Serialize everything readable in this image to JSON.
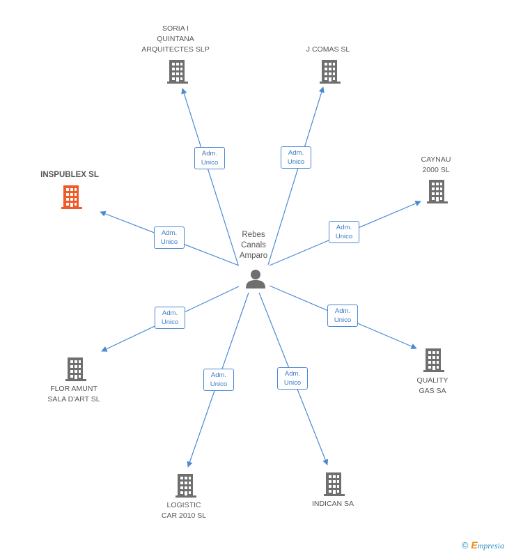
{
  "center": {
    "name": "Rebes\nCanals\nAmparo"
  },
  "companies": [
    {
      "id": "soria",
      "name": "SORIA I\nQUINTANA\nARQUITECTES SLP",
      "relation": {
        "line1": "Adm.",
        "line2": "Unico"
      },
      "highlight": false
    },
    {
      "id": "jcomas",
      "name": "J COMAS SL",
      "relation": {
        "line1": "Adm.",
        "line2": "Unico"
      },
      "highlight": false
    },
    {
      "id": "caynau",
      "name": "CAYNAU\n2000 SL",
      "relation": {
        "line1": "Adm.",
        "line2": "Unico"
      },
      "highlight": false
    },
    {
      "id": "inspublex",
      "name": "INSPUBLEX SL",
      "relation": {
        "line1": "Adm.",
        "line2": "Unico"
      },
      "highlight": true
    },
    {
      "id": "quality",
      "name": "QUALITY\nGAS SA",
      "relation": {
        "line1": "Adm.",
        "line2": "Unico"
      },
      "highlight": false
    },
    {
      "id": "flor",
      "name": "FLOR AMUNT\nSALA D'ART SL",
      "relation": {
        "line1": "Adm.",
        "line2": "Unico"
      },
      "highlight": false
    },
    {
      "id": "indican",
      "name": "INDICAN SA",
      "relation": {
        "line1": "Adm.",
        "line2": "Unico"
      },
      "highlight": false
    },
    {
      "id": "logistic",
      "name": "LOGISTIC\nCAR 2010 SL",
      "relation": {
        "line1": "Adm.",
        "line2": "Unico"
      },
      "highlight": false
    }
  ],
  "footer": {
    "copyright": "©",
    "brand_initial": "E",
    "brand_rest": "mpresia"
  },
  "colors": {
    "edge": "#4a88d4",
    "building": "#6f6f6f",
    "building_highlight": "#f05a28",
    "person": "#6f6f6f"
  }
}
